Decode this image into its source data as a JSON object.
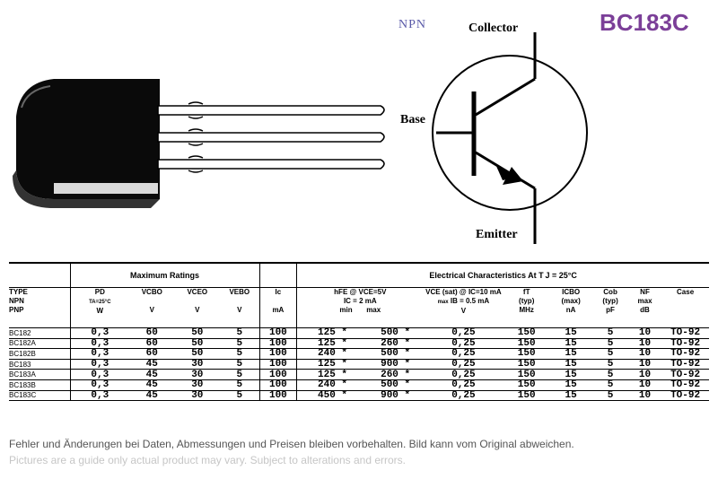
{
  "header": {
    "part_number": "BC183C",
    "polarity": "NPN"
  },
  "pins": {
    "collector": "Collector",
    "base": "Base",
    "emitter": "Emitter"
  },
  "table": {
    "group_max": "Maximum Ratings",
    "group_elec": "Electrical Characteristics At T J = 25°C",
    "columns": {
      "type": [
        "TYPE",
        "NPN",
        "PNP"
      ],
      "pd": [
        "PD",
        "TA=25°C",
        "W"
      ],
      "vcbo": [
        "VCBO",
        "",
        "V"
      ],
      "vceo": [
        "VCEO",
        "",
        "V"
      ],
      "vebo": [
        "VEBO",
        "",
        "V"
      ],
      "ic": [
        "Ic",
        "",
        "mA"
      ],
      "hfe": [
        "hFE @ VCE=5V",
        "IC = 2 mA",
        "min",
        "max"
      ],
      "vcesat": [
        "VCE (sat) @ IC=10 mA",
        "max",
        "IB = 0.5 mA",
        "V"
      ],
      "ft": [
        "fT",
        "(typ)",
        "MHz"
      ],
      "icbo": [
        "ICBO",
        "(max)",
        "nA"
      ],
      "cob": [
        "Cob",
        "(typ)",
        "pF"
      ],
      "nf": [
        "NF",
        "max",
        "dB"
      ],
      "case": [
        "Case"
      ]
    },
    "rows": [
      {
        "type": "BC182",
        "pd": "0,3",
        "vcbo": "60",
        "vceo": "50",
        "vebo": "5",
        "ic": "100",
        "hfe_min": "125 *",
        "hfe_max": "500 *",
        "vcesat": "0,25",
        "ft": "150",
        "icbo": "15",
        "cob": "5",
        "nf": "10",
        "case": "TO-92"
      },
      {
        "type": "BC182A",
        "pd": "0,3",
        "vcbo": "60",
        "vceo": "50",
        "vebo": "5",
        "ic": "100",
        "hfe_min": "125 *",
        "hfe_max": "260 *",
        "vcesat": "0,25",
        "ft": "150",
        "icbo": "15",
        "cob": "5",
        "nf": "10",
        "case": "TO-92"
      },
      {
        "type": "BC182B",
        "pd": "0,3",
        "vcbo": "60",
        "vceo": "50",
        "vebo": "5",
        "ic": "100",
        "hfe_min": "240 *",
        "hfe_max": "500 *",
        "vcesat": "0,25",
        "ft": "150",
        "icbo": "15",
        "cob": "5",
        "nf": "10",
        "case": "TO-92"
      },
      {
        "type": "BC183",
        "pd": "0,3",
        "vcbo": "45",
        "vceo": "30",
        "vebo": "5",
        "ic": "100",
        "hfe_min": "125 *",
        "hfe_max": "900 *",
        "vcesat": "0,25",
        "ft": "150",
        "icbo": "15",
        "cob": "5",
        "nf": "10",
        "case": "TO-92"
      },
      {
        "type": "BC183A",
        "pd": "0,3",
        "vcbo": "45",
        "vceo": "30",
        "vebo": "5",
        "ic": "100",
        "hfe_min": "125 *",
        "hfe_max": "260 *",
        "vcesat": "0,25",
        "ft": "150",
        "icbo": "15",
        "cob": "5",
        "nf": "10",
        "case": "TO-92"
      },
      {
        "type": "BC183B",
        "pd": "0,3",
        "vcbo": "45",
        "vceo": "30",
        "vebo": "5",
        "ic": "100",
        "hfe_min": "240 *",
        "hfe_max": "500 *",
        "vcesat": "0,25",
        "ft": "150",
        "icbo": "15",
        "cob": "5",
        "nf": "10",
        "case": "TO-92"
      },
      {
        "type": "BC183C",
        "pd": "0,3",
        "vcbo": "45",
        "vceo": "30",
        "vebo": "5",
        "ic": "100",
        "hfe_min": "450 *",
        "hfe_max": "900 *",
        "vcesat": "0,25",
        "ft": "150",
        "icbo": "15",
        "cob": "5",
        "nf": "10",
        "case": "TO-92"
      }
    ]
  },
  "footer": {
    "german": "Fehler und Änderungen bei Daten, Abmessungen und Preisen bleiben vorbehalten. Bild kann vom Original abweichen.",
    "english": "Pictures are a guide only actual product may vary. Subject to alterations and errors."
  },
  "colors": {
    "title": "#7b3f98",
    "npn": "#5a5aa8",
    "footer_de": "#555555",
    "footer_en": "#c6c6c6"
  }
}
